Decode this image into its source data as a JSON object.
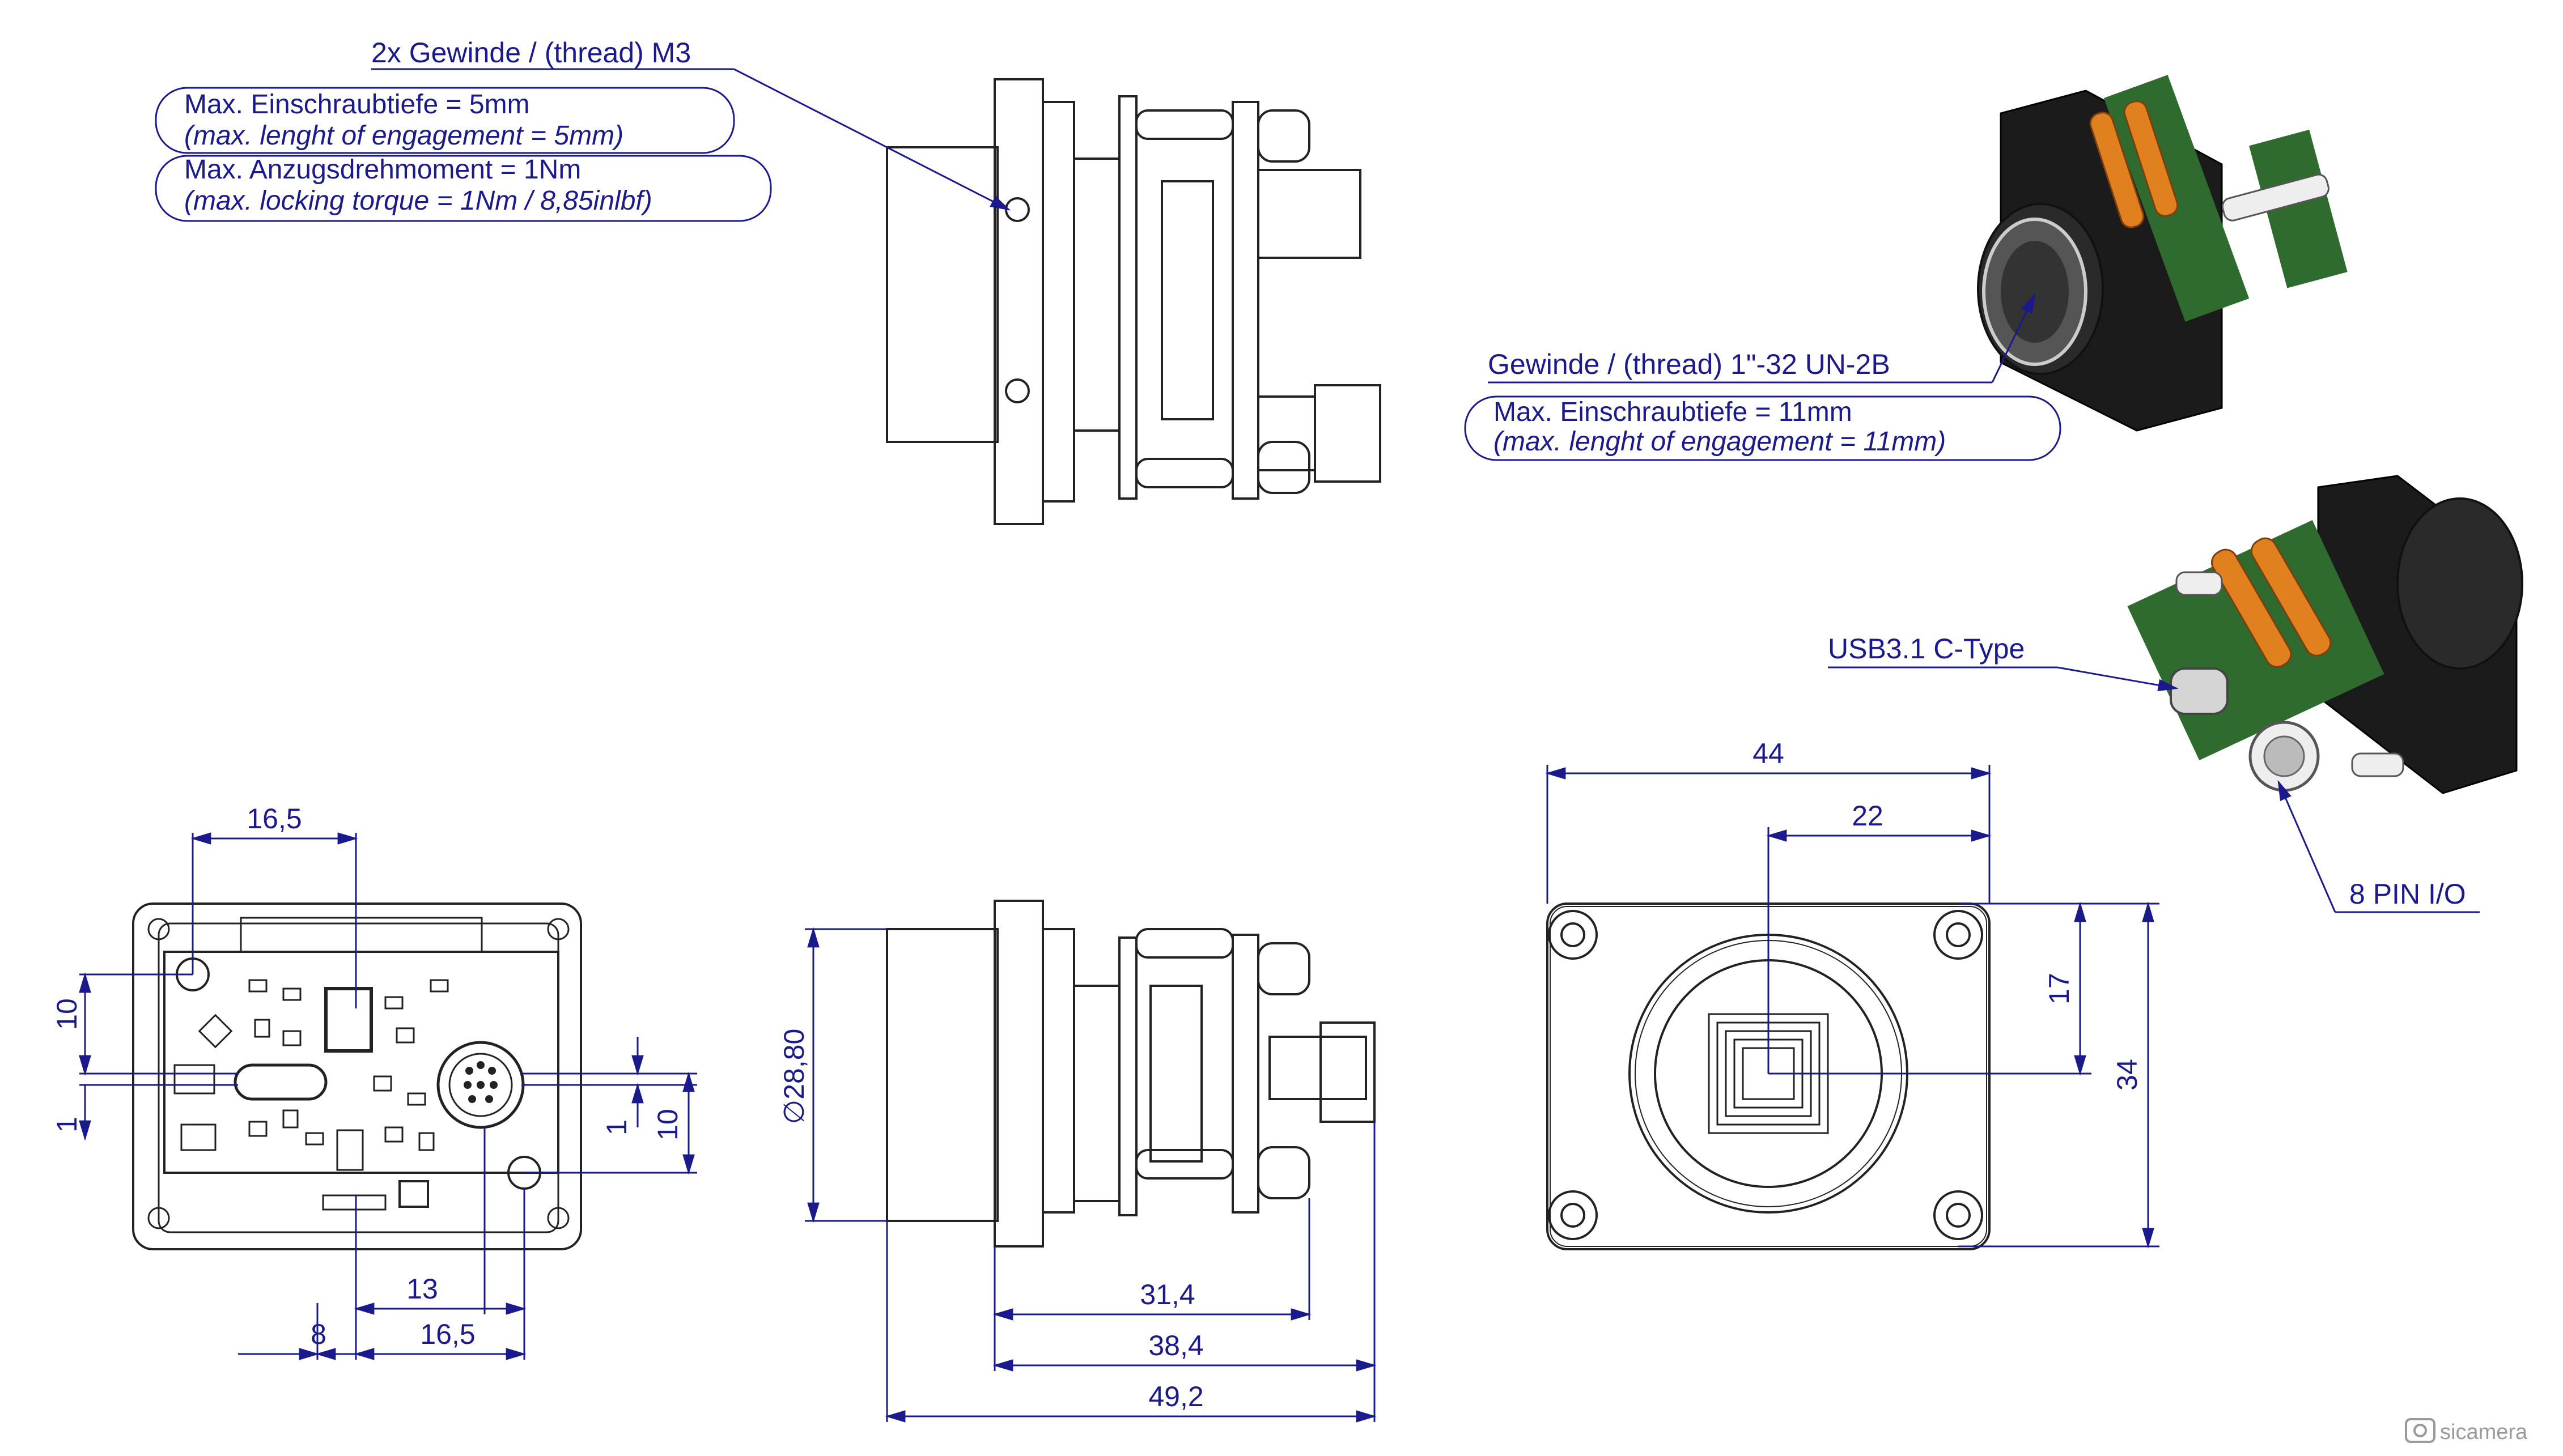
{
  "annotations": {
    "thread_m3": "2x Gewinde / (thread) M3",
    "m3_depth_de": "Max. Einschraubtiefe = 5mm",
    "m3_depth_en": "(max. lenght of engagement = 5mm)",
    "m3_torque_de": "Max. Anzugsdrehmoment = 1Nm",
    "m3_torque_en": "(max. locking torque = 1Nm / 8,85inlbf)",
    "thread_lens": "Gewinde / (thread) 1\"-32 UN-2B",
    "lens_depth_de": "Max. Einschraubtiefe = 11mm",
    "lens_depth_en": "(max. lenght of engagement = 11mm)",
    "usb": "USB3.1 C-Type",
    "io": "8 PIN I/O"
  },
  "dimensions": {
    "rear_width_top": "16,5",
    "rear_left_10": "10",
    "rear_left_1": "1",
    "rear_right_1": "1",
    "rear_right_10": "10",
    "rear_bottom_13": "13",
    "rear_bottom_8": "8",
    "rear_bottom_16_5": "16,5",
    "side_diameter": "∅28,80",
    "side_31_4": "31,4",
    "side_38_4": "38,4",
    "side_49_2": "49,2",
    "front_44": "44",
    "front_22": "22",
    "front_17": "17",
    "front_34": "34"
  },
  "watermark": "sicamera",
  "colors": {
    "dimension": "#1a1a8c",
    "outline": "#222222",
    "board_green": "#2f6b2f",
    "capacitor_orange": "#e0801e",
    "housing_black": "#1b1b1b"
  }
}
